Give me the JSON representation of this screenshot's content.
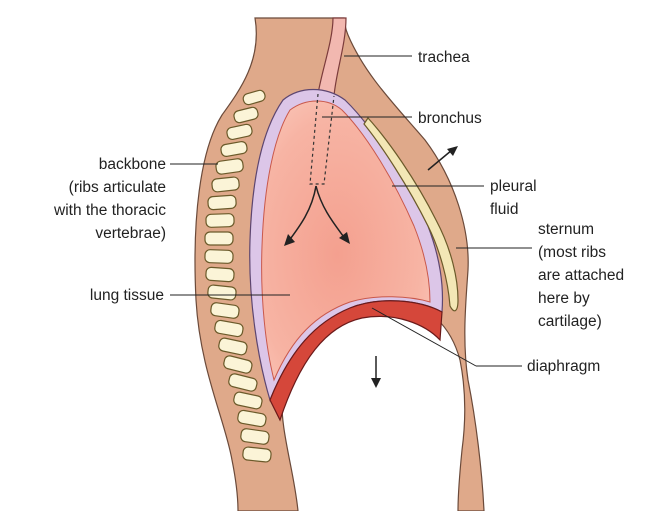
{
  "labels": {
    "trachea": "trachea",
    "bronchus": "bronchus",
    "backbone": [
      "backbone",
      "(ribs articulate",
      "with the thoracic",
      "vertebrae)"
    ],
    "pleural_fluid": [
      "pleural",
      "fluid"
    ],
    "sternum": [
      "sternum",
      "(most ribs",
      "are attached",
      "here by",
      "cartilage)"
    ],
    "lung_tissue": "lung tissue",
    "diaphragm": "diaphragm"
  },
  "colors": {
    "body_wall": "#dfa98a",
    "pleura": "#dcc6e8",
    "lung": "#f6a998",
    "diaphragm_muscle": "#d5473a",
    "trachea": "#f2b8b0",
    "vertebra": "#fbf4d7",
    "sternum": "#f3e7b6"
  }
}
